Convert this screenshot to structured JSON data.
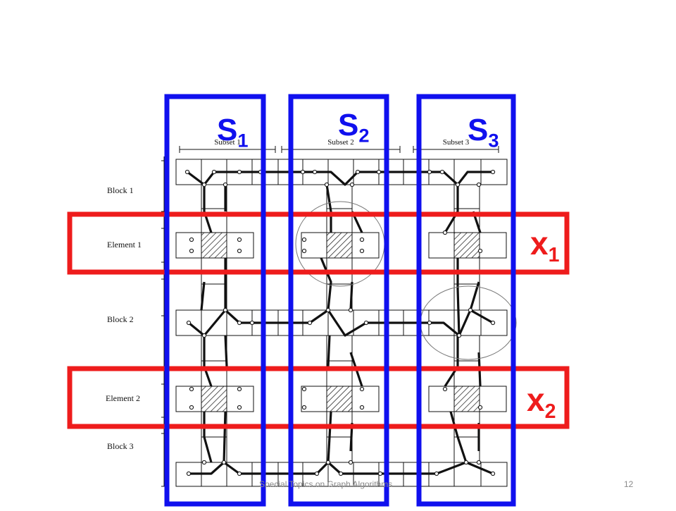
{
  "figure": {
    "subset_labels": [
      "Subset 1",
      "Subset 2",
      "Subset 3"
    ],
    "row_labels": [
      "Block 1",
      "Element 1",
      "Block 2",
      "Element 2",
      "Block 3"
    ]
  },
  "overlays": {
    "sets": [
      {
        "letter": "S",
        "index": "1"
      },
      {
        "letter": "S",
        "index": "2"
      },
      {
        "letter": "S",
        "index": "3"
      }
    ],
    "elements": [
      {
        "letter": "x",
        "index": "1"
      },
      {
        "letter": "x",
        "index": "2"
      }
    ],
    "colors": {
      "set_box": "#1010ee",
      "element_box": "#ee1c1c"
    }
  },
  "footer": {
    "text": "Special Topics on Graph Algorithms",
    "page_number": "12"
  }
}
